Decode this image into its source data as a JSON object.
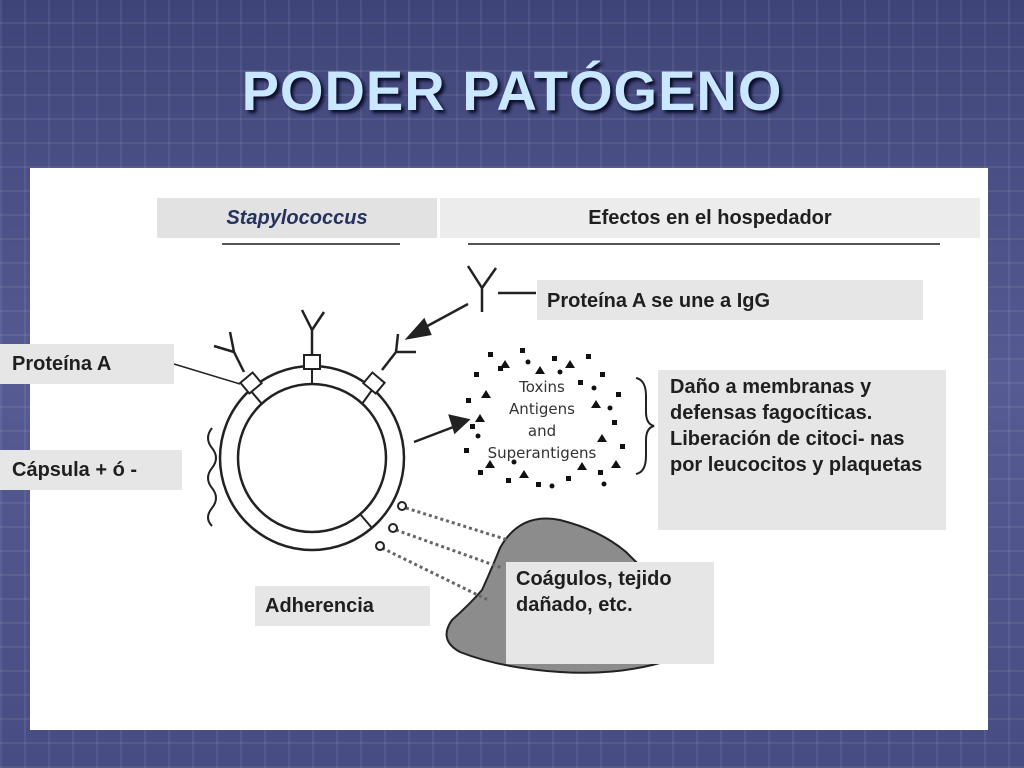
{
  "title": "PODER PATÓGENO",
  "table_header": {
    "left": "Stapylococcus",
    "right": "Efectos en el hospedador"
  },
  "labels": {
    "protein_a_igg": "Proteína A se une a IgG",
    "protein_a": "Proteína A",
    "capsule": "Cápsula + ó -",
    "adherence": "Adherencia",
    "membrane_damage": "Daño a membranas y defensas fagocíticas. Liberación de citoci- nas por leucocitos y plaquetas",
    "clots": "Coágulos, tejido dañado, etc."
  },
  "figure": {
    "toxins_text": [
      "Toxins",
      "Antigens",
      "and",
      "Superantigens"
    ]
  }
}
